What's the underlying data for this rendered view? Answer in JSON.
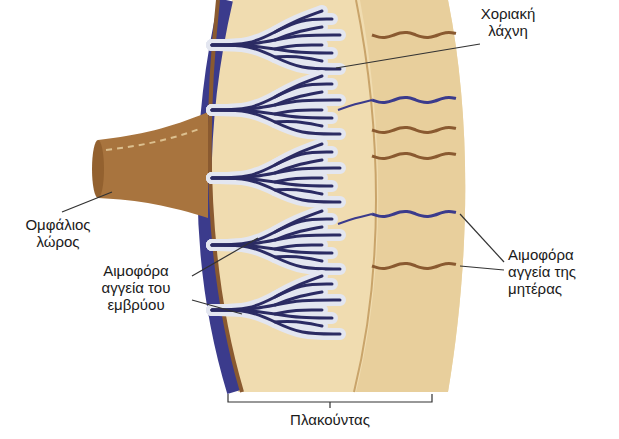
{
  "diagram": {
    "labels": [
      "Χοριακή λάχνη",
      "Ομφάλιος λώρος",
      "Αιμοφόρα αγγεία του εμβρύου",
      "Αιμοφόρα αγγεία της μητέρας",
      "Πλακούντας"
    ]
  }
}
